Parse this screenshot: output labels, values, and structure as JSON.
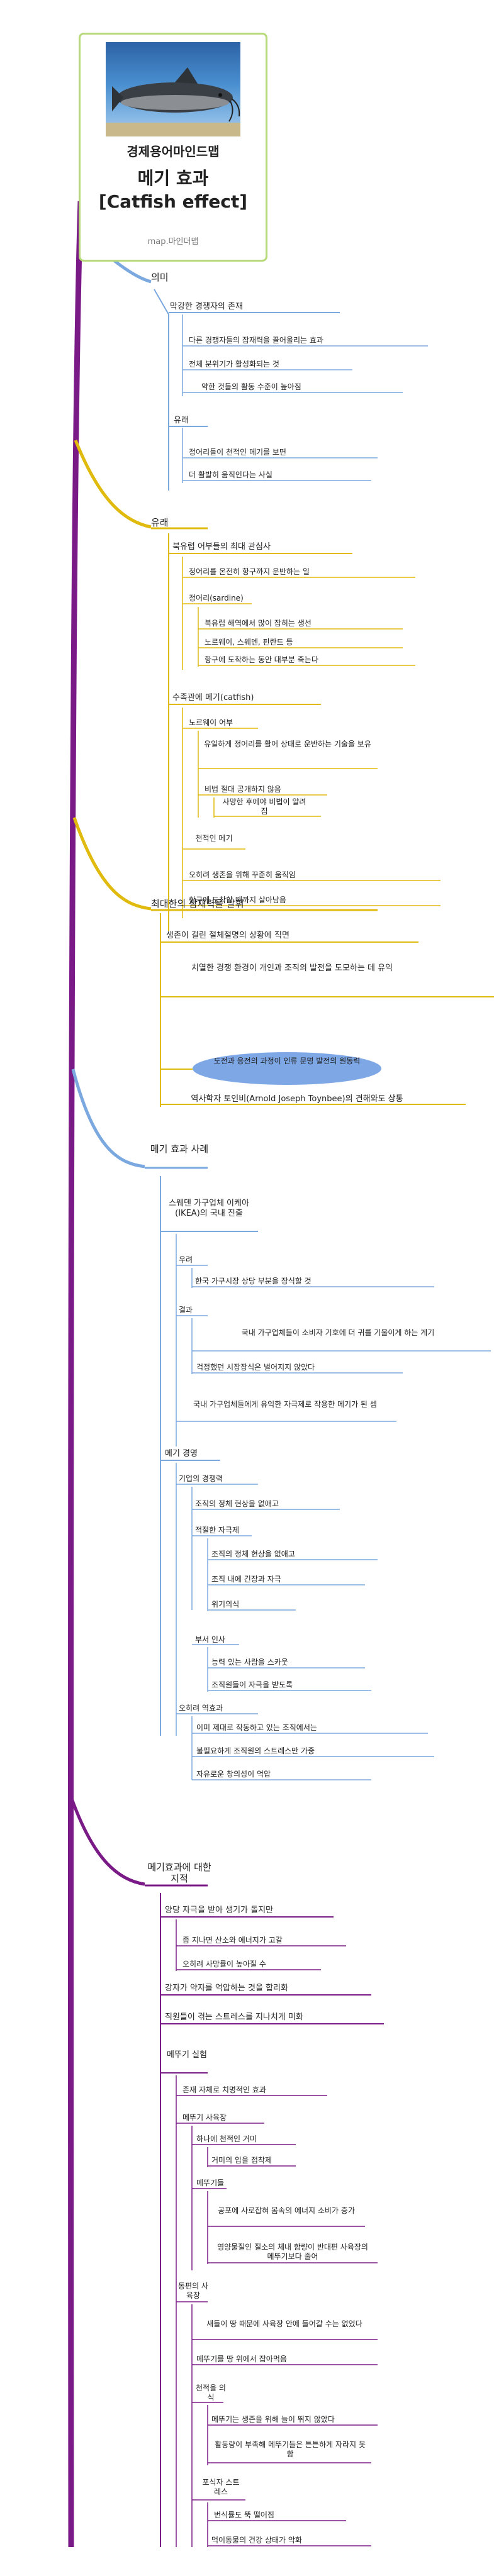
{
  "center": {
    "subtitle": "경제용어마인드맵",
    "title_line1": "메기 효과",
    "title_line2": "[Catfish effect]",
    "credit": "map.마인더맵",
    "image_icon": "catfish-picture"
  },
  "colors": {
    "blue": "#7aa8df",
    "yellow": "#e0ba0c",
    "purple": "#7a1a86",
    "center_border": "#b7d97a"
  },
  "branches": [
    {
      "label": "의미",
      "children": [
        {
          "label": "막강한 경쟁자의 존재",
          "children": [
            {
              "label": "다른 경쟁자들의 잠재력을 끌어올리는 효과"
            },
            {
              "label": "전체 분위기가 활성화되는 것"
            },
            {
              "label": "약한 것들의 활동 수준이 높아짐"
            }
          ]
        },
        {
          "label": "유래",
          "children": [
            {
              "label": "정어리들이 천적인 메기를 보면"
            },
            {
              "label": "더 활발히 움직인다는 사실"
            }
          ]
        }
      ]
    },
    {
      "label": "유래",
      "children": [
        {
          "label": "북유럽 어부들의 최대 관심사",
          "children": [
            {
              "label": "정어리를 온전히 항구까지 운반하는 일"
            },
            {
              "label": "정어리(sardine)",
              "children": [
                {
                  "label": "북유럽 해역에서 많이 잡히는 생선"
                },
                {
                  "label": "노르웨이, 스웨덴, 핀란드 등"
                },
                {
                  "label": "항구에 도착하는 동안 대부분 죽는다"
                }
              ]
            }
          ]
        },
        {
          "label": "수족관에 메기(catfish)",
          "children": [
            {
              "label": "노르웨이 어부",
              "children": [
                {
                  "label": "유일하게 정어리를 활어 상태로 운반하는 기술을 보유"
                },
                {
                  "label": "비법 절대 공개하지 않음"
                },
                {
                  "label": "사망한 후에야 비법이 알려짐"
                }
              ]
            },
            {
              "label": "천적인 메기"
            },
            {
              "label": "오히려 생존을 위해 꾸준히 움직임"
            },
            {
              "label": "항구에 도착할 때까지 살아남음"
            }
          ]
        }
      ]
    },
    {
      "label": "최대한의 잠재력을 발휘",
      "children": [
        {
          "label": "생존이 걸린 절체절명의 상황에 직면"
        },
        {
          "label": "치열한 경쟁 환경이 개인과 조직의 발전을 도모하는 데 유익"
        },
        {
          "label": "도전과 응전의 과정이 인류 문명 발전의 원동력"
        },
        {
          "label": "역사학자 토인비(Arnold Joseph Toynbee)의 견해와도 상통"
        }
      ]
    },
    {
      "label": "메기 효과 사례",
      "children": [
        {
          "label": "스웨덴 가구업체 이케아(IKEA)의 국내 진출",
          "children": [
            {
              "label": "우려",
              "children": [
                {
                  "label": "한국 가구시장 상당 부분을 장식할 것"
                }
              ]
            },
            {
              "label": "결과",
              "children": [
                {
                  "label": "국내 가구업체들이 소비자 기호에 더 귀를 기울이게 하는 계기"
                },
                {
                  "label": "걱정했던 시장장식은 벌어지지 않았다"
                }
              ]
            },
            {
              "label": "국내 가구업체들에게 유익한 자극제로 작용한 메기가 된 셈"
            }
          ]
        },
        {
          "label": "메기 경영",
          "children": [
            {
              "label": "기업의 경쟁력",
              "children": [
                {
                  "label": "조직의 정체 현상을 없애고"
                },
                {
                  "label": "적절한 자극제",
                  "children": [
                    {
                      "label": "조직의 정체 현상을 없애고"
                    },
                    {
                      "label": "조직 내에 긴장과 자극"
                    },
                    {
                      "label": "위기의식"
                    }
                  ]
                },
                {
                  "label": "부서 인사",
                  "children": [
                    {
                      "label": "능력 있는 사람을 스카웃"
                    },
                    {
                      "label": "조직원들이 자극을 받도록"
                    }
                  ]
                }
              ]
            },
            {
              "label": "오히려 역효과",
              "children": [
                {
                  "label": "이미 제대로 작동하고 있는 조직에서는"
                },
                {
                  "label": "불필요하게 조직원의 스트레스만 가중"
                },
                {
                  "label": "자유로운 창의성이 억압"
                }
              ]
            }
          ]
        }
      ]
    },
    {
      "label": "메기효과에 대한 지적",
      "children": [
        {
          "label": "양당 자극을 받아 생기가 돌지만",
          "children": [
            {
              "label": "좀 지나면 산소와 에너지가 고갈"
            },
            {
              "label": "오히려 사망률이 높아질 수"
            }
          ]
        },
        {
          "label": "강자가 약자를 억압하는 것을 합리화"
        },
        {
          "label": "직원들이 겪는 스트레스를 지나치게 미화"
        },
        {
          "label": "메뚜기 실험",
          "children": [
            {
              "label": "존재 자체로 치명적인 효과"
            },
            {
              "label": "메뚜기 사육장",
              "children": [
                {
                  "label": "하나에 천적인 거미"
                },
                {
                  "label": "거미의 입을 접착제"
                },
                {
                  "label": "메뚜기들",
                  "children": [
                    {
                      "label": "공포에 사로잡혀 몸속의 에너지 소비가 증가"
                    },
                    {
                      "label": "영양물질인 질소의 체내 함량이 반대편 사육장의 메뚜기보다 줄어"
                    }
                  ]
                }
              ]
            },
            {
              "label": "동편의 사육장",
              "children": [
                {
                  "label": "새들이 땅 때문에 사육장 안에 들어갈 수는 없었다"
                },
                {
                  "label": "메뚜기를 땅 위에서 잡아먹음"
                },
                {
                  "label": "천적을 의식",
                  "children": [
                    {
                      "label": "메뚜기는 생존을 위해 늘이 뛰지 않았다"
                    },
                    {
                      "label": "활동량이 부족해 메뚜기들은 튼튼하게 자라지 못함"
                    }
                  ]
                },
                {
                  "label": "포식자 스트레스",
                  "children": [
                    {
                      "label": "번식률도 뚝 떨어짐"
                    },
                    {
                      "label": "먹이동물의 건강 상태가 악화"
                    }
                  ]
                }
              ]
            }
          ]
        }
      ]
    }
  ]
}
